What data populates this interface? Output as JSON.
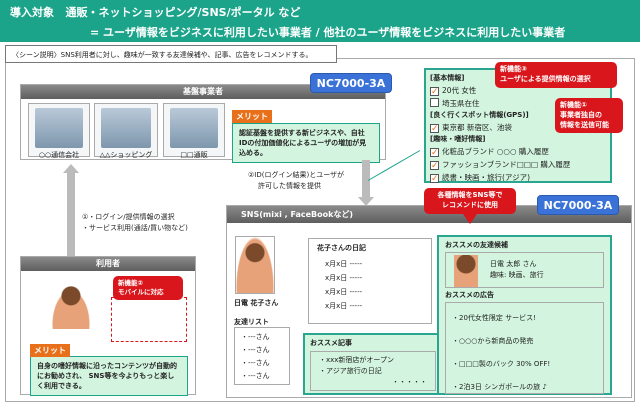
{
  "header": {
    "line1_label": "導入対象",
    "line1": "通販・ネットショッピング/SNS/ポータル など",
    "line2": "= ユーザ情報をビジネスに利用したい事業者 / 他社のユーザ情報をビジネスに利用したい事業者"
  },
  "scene": "〈シーン説明〉SNS利用者に対し、趣味が一致する友達候補や、記事、広告をレコメンドする。",
  "product_badge": "NC7000-3A",
  "base": {
    "title": "基盤事業者",
    "companies": [
      "○○通信会社",
      "△△ショッピング",
      "□□通販"
    ],
    "merit_label": "メリット",
    "merit_text": "認証基盤を提供する新ビジネスや、自社IDの付加価値化によるユーザの増加が見込める。"
  },
  "step1": {
    "line1": "①・ログイン/提供情報の選択",
    "line2": "・サービス利用(通話/買い物など)"
  },
  "step2": {
    "line1": "②ID(ログイン結果)とユーザが",
    "line2": "許可した情報を提供"
  },
  "info": {
    "sections": [
      {
        "title": "[基本情報]",
        "items": [
          {
            "text": "20代 女性",
            "checked": true
          },
          {
            "text": "埼玉県在住",
            "checked": false
          }
        ]
      },
      {
        "title": "[良く行くスポット情報(GPS)]",
        "items": [
          {
            "text": "東京都 新宿区、池袋",
            "checked": true
          }
        ]
      },
      {
        "title": "[趣味・嗜好情報]",
        "items": [
          {
            "text": "化粧品ブランド ○○○ 購入履歴",
            "checked": true
          },
          {
            "text": "ファッションブランド□□□ 購入履歴",
            "checked": true
          },
          {
            "text": "読書・映画・旅行(アジア)",
            "checked": true
          }
        ]
      }
    ]
  },
  "callouts": {
    "f3": [
      "新機能③",
      "ユーザによる提供情報の選択"
    ],
    "f1": [
      "新機能①",
      "事業者独自の",
      "情報を送信可能"
    ],
    "recommend": [
      "各種情報をSNS等で",
      "レコメンドに使用"
    ],
    "f2": [
      "新機能②",
      "モバイルに対応"
    ]
  },
  "user": {
    "title": "利用者",
    "merit_label": "メリット",
    "merit_text": "自身の嗜好情報に沿ったコンテンツが自動的にお勧めされ、 SNS等を今よりもっと楽しく利用できる。"
  },
  "sns": {
    "title": "SNS(mixi , FaceBookなど)",
    "name": "日電 花子さん",
    "diary_title": "花子さんの日記",
    "diary": [
      "x月x日 -----",
      "x月x日 -----",
      "x月x日 -----",
      "x月x日 -----"
    ],
    "friends_title": "友達リスト",
    "friends": [
      "・---さん",
      "・---さん",
      "・---さん",
      "・---さん"
    ],
    "articles_title": "おススメ記事",
    "articles": [
      "・xxx新宿店がオープン",
      "・アジア旅行の日記",
      "・・・・・"
    ],
    "friend_rec_title": "おススメの友達候補",
    "friend_rec": [
      "日電 太郎 さん",
      "趣味: 映画、旅行"
    ],
    "ads_title": "おススメの広告",
    "ads": [
      "・20代女性限定 サービス!",
      "・○○○から新商品の発売",
      "・□□□製のバック 30% OFF!",
      "・2泊3日 シンガポールの旅 ♪"
    ]
  }
}
